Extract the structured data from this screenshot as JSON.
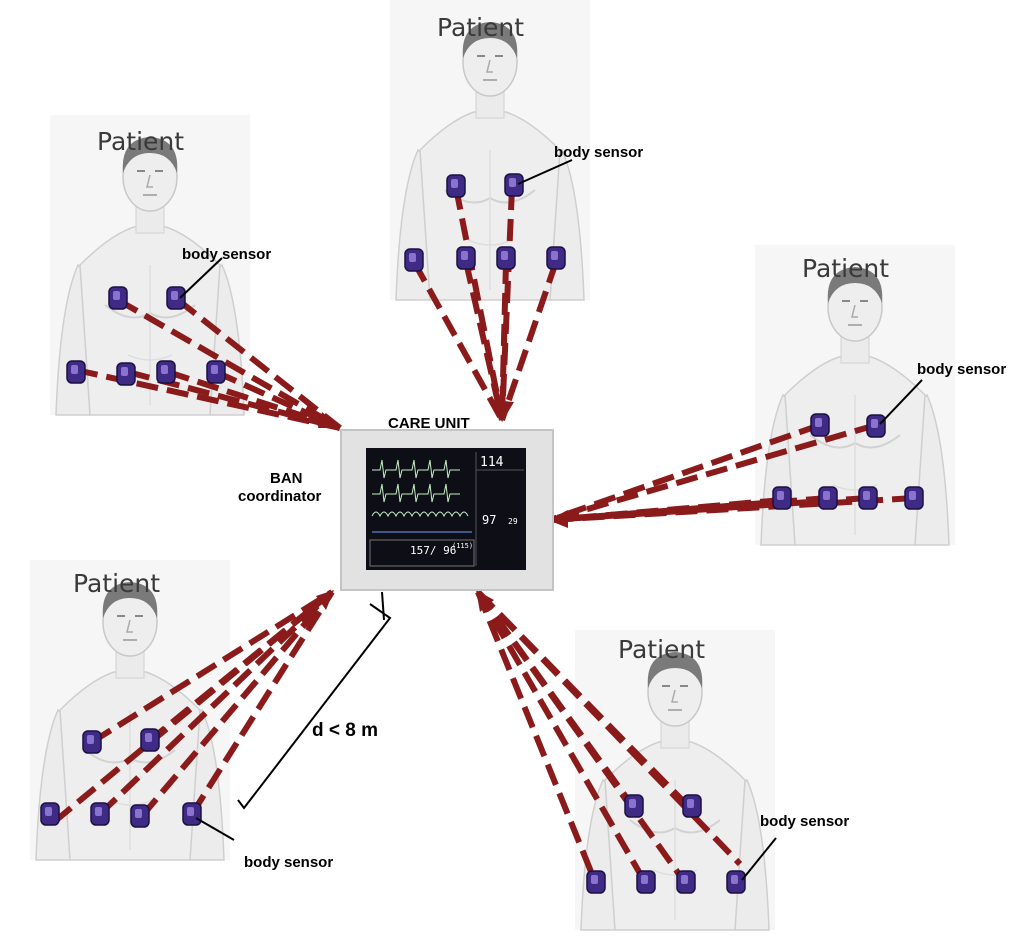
{
  "care_unit": {
    "title": "CARE UNIT",
    "coordinator_line1": "BAN",
    "coordinator_line2": "coordinator",
    "monitor": {
      "heart_rate": "114",
      "spo2": "97",
      "resp": "29",
      "bp": "157/ 96",
      "map": "(115)"
    }
  },
  "distance_label": "d < 8 m",
  "patients": [
    {
      "label": "Patient",
      "sensor_label": "body sensor"
    },
    {
      "label": "Patient",
      "sensor_label": "body sensor"
    },
    {
      "label": "Patient",
      "sensor_label": "body sensor"
    },
    {
      "label": "Patient",
      "sensor_label": "body sensor"
    },
    {
      "label": "Patient",
      "sensor_label": "body sensor"
    }
  ],
  "colors": {
    "link": "#8b1a1a",
    "sensor": "#4a2a8c",
    "skin": "#e9e9e9",
    "hair": "#7a7a7a",
    "monitor_frame": "#e3e3e3",
    "monitor_screen": "#101018"
  }
}
